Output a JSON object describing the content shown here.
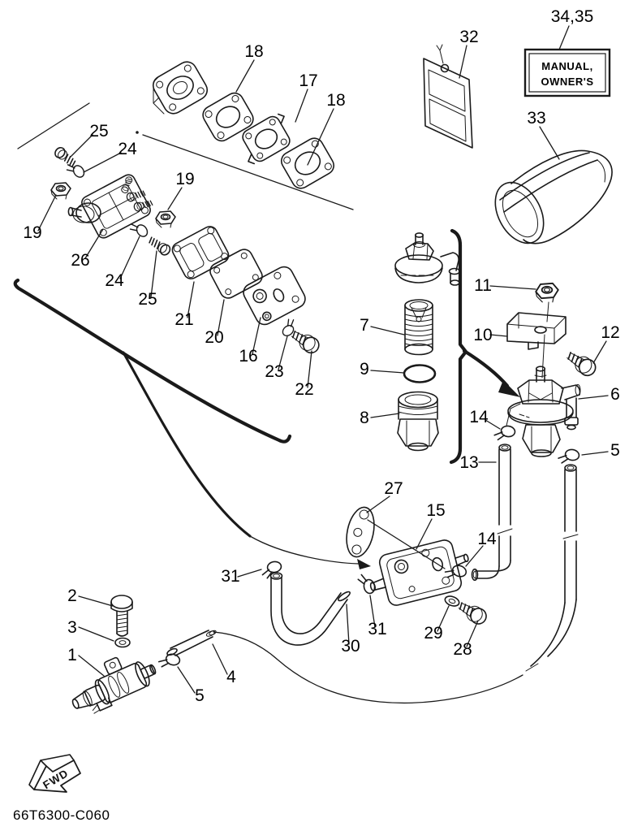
{
  "diagram": {
    "code": "66T6300-C060",
    "fwd_label": "FWD",
    "manual_box": {
      "line1": "MANUAL,",
      "line2": "OWNER'S"
    },
    "colors": {
      "line": "#1a1a1a",
      "background": "#ffffff"
    },
    "callouts": {
      "n34_35": "34,35",
      "n33": "33",
      "n32": "32",
      "n18_top": "18",
      "n17": "17",
      "n18_right": "18",
      "n25_top": "25",
      "n24_top": "24",
      "n19_right": "19",
      "n19_left": "19",
      "n26": "26",
      "n24_mid": "24",
      "n25_mid": "25",
      "n21": "21",
      "n20": "20",
      "n16": "16",
      "n23": "23",
      "n22": "22",
      "n7": "7",
      "n9": "9",
      "n8": "8",
      "n11": "11",
      "n10": "10",
      "n12": "12",
      "n6": "6",
      "n14_filter": "14",
      "n5_filter": "5",
      "n13": "13",
      "n27": "27",
      "n15": "15",
      "n14_pump": "14",
      "n31_left": "31",
      "n31_right": "31",
      "n30": "30",
      "n29": "29",
      "n28": "28",
      "n2": "2",
      "n3": "3",
      "n1": "1",
      "n4": "4",
      "n5_conn": "5"
    }
  }
}
